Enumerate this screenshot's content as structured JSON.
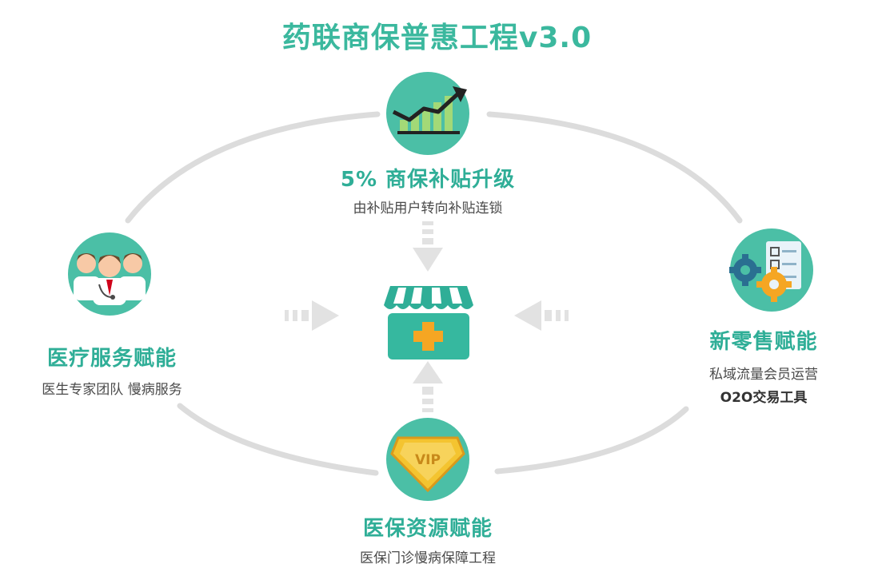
{
  "title": "药联商保普惠工程v3.0",
  "center": {
    "icon": "pharmacy-store-icon"
  },
  "nodes": {
    "top": {
      "label": "5% 商保补贴升级",
      "sub": "由补贴用户转向补贴连锁",
      "icon": "growth-chart-icon"
    },
    "left": {
      "label": "医疗服务赋能",
      "sub": "医生专家团队 慢病服务",
      "icon": "doctors-team-icon"
    },
    "right": {
      "label": "新零售赋能",
      "sub1": "私域流量会员运营",
      "sub2": "O2O交易工具",
      "icon": "gears-checklist-icon"
    },
    "bottom": {
      "label": "医保资源赋能",
      "sub": "医保门诊慢病保障工程",
      "icon": "vip-badge-icon",
      "badge_text": "VIP"
    }
  },
  "colors": {
    "teal": "#2fae97",
    "teal_light": "#4cc3a8",
    "circle_bg": "#4bbfa6",
    "ring_gray": "#dcdcdc",
    "arrow_gray": "#e2e2e2",
    "orange": "#f5a623",
    "gold": "#f4c430"
  }
}
